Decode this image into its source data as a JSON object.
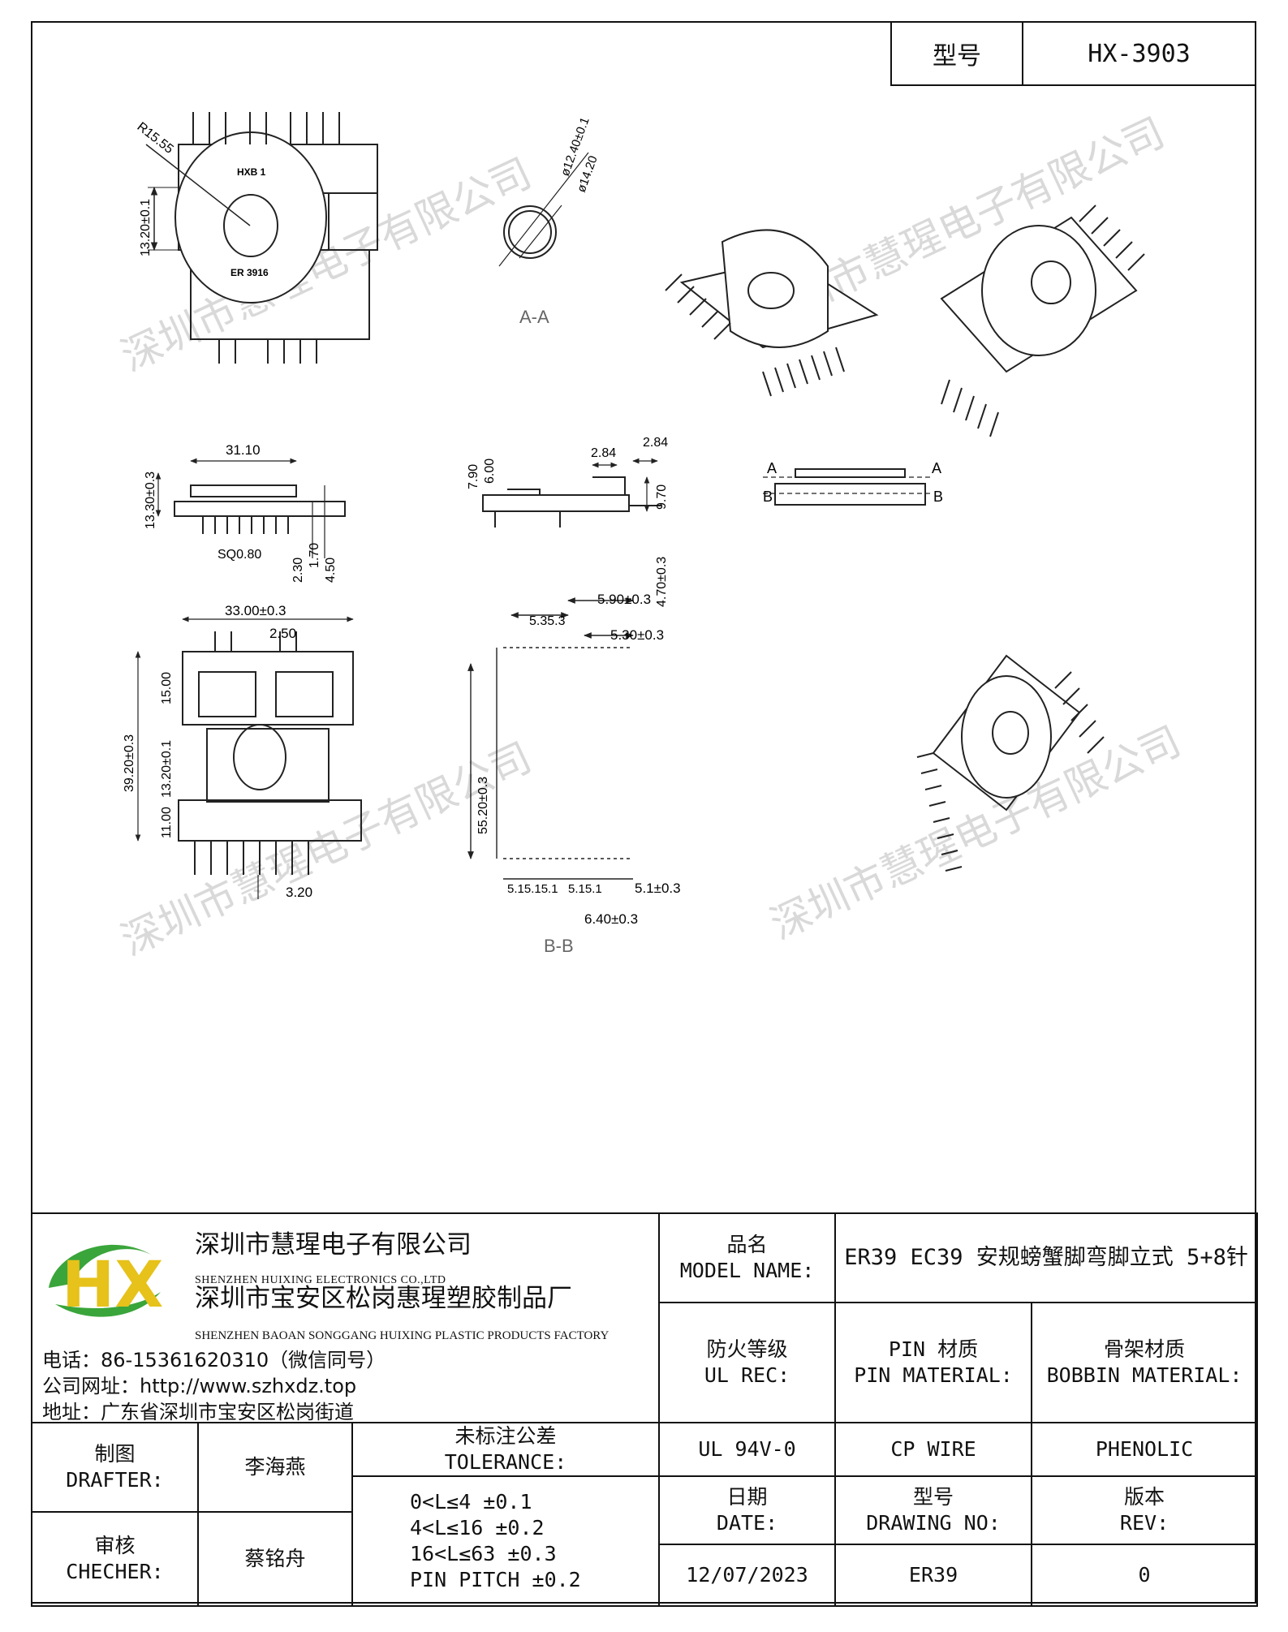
{
  "header": {
    "model_key": "型号",
    "model_value": "HX-3903"
  },
  "drawing": {
    "top_left": {
      "r": "R15.55",
      "h": "13.20±0.1",
      "mark1": "HXB 1",
      "mark2": "ER 3916"
    },
    "aa": {
      "d1": "ø12.40±0.1",
      "d2": "ø14.20",
      "label": "A-A"
    },
    "side1": {
      "w": "31.10",
      "h": "13.30±0.3",
      "sq": "SQ0.80",
      "a": "2.30",
      "b": "1.70",
      "c": "4.50"
    },
    "side2": {
      "a": "7.90",
      "b": "6.00",
      "c": "2.84",
      "d": "2.84",
      "e": "9.70",
      "f": "4.70±0.3"
    },
    "side3": {
      "a": "A",
      "b": "B"
    },
    "front": {
      "w": "33.00±0.3",
      "p": "2.50",
      "h": "39.20±0.3",
      "h1": "15.00",
      "h2": "13.20±0.1",
      "h3": "11.00",
      "s": "3.20"
    },
    "bb": {
      "a": "5.90±0.3",
      "b": "5.35.3",
      "c": "5.30±0.3",
      "h": "55.20±0.3",
      "d": "5.15.15.1",
      "e": "5.15.1",
      "f": "5.1±0.3",
      "g": "6.40±0.3",
      "label": "B-B"
    },
    "watermark": "深圳市慧瑆电子有限公司"
  },
  "company": {
    "name_cn": "深圳市慧瑆电子有限公司",
    "name_en": "SHENZHEN HUIXING ELECTRONICS CO.,LTD",
    "factory_cn": "深圳市宝安区松岗惠瑆塑胶制品厂",
    "factory_en": "SHENZHEN BAOAN SONGGANG HUIXING PLASTIC PRODUCTS FACTORY",
    "phone": "电话：86-15361620310（微信同号）",
    "website": "公司网址：http://www.szhxdz.top",
    "address": "地址：广东省深圳市宝安区松岗街道",
    "logo_text": "HX",
    "logo_green": "#3aa53a",
    "logo_yellow": "#e6c21a"
  },
  "title_block": {
    "model_name_label_cn": "品名",
    "model_name_label_en": "MODEL NAME:",
    "model_name_value": "ER39 EC39 安规螃蟹脚弯脚立式 5+8针",
    "ul_label_cn": "防火等级",
    "ul_label_en": "UL REC:",
    "pin_label_cn": "PIN 材质",
    "pin_label_en": "PIN MATERIAL:",
    "bobbin_label_cn": "骨架材质",
    "bobbin_label_en": "BOBBIN MATERIAL:",
    "ul_value": "UL 94V-0",
    "pin_value": "CP WIRE",
    "bobbin_value": "PHENOLIC",
    "drafter_label_cn": "制图",
    "drafter_label_en": "DRAFTER:",
    "drafter_value": "李海燕",
    "checker_label_cn": "审核",
    "checker_label_en": "CHECHER:",
    "checker_value": "蔡铭舟",
    "tol_label_cn": "未标注公差",
    "tol_label_en": "TOLERANCE:",
    "tol_lines": [
      "0<L≤4  ±0.1",
      "4<L≤16 ±0.2",
      "16<L≤63 ±0.3",
      "PIN PITCH ±0.2"
    ],
    "date_label_cn": "日期",
    "date_label_en": "DATE:",
    "date_value": "12/07/2023",
    "dwg_label_cn": "型号",
    "dwg_label_en": "DRAWING NO:",
    "dwg_value": "ER39",
    "rev_label_cn": "版本",
    "rev_label_en": "REV:",
    "rev_value": "0"
  }
}
